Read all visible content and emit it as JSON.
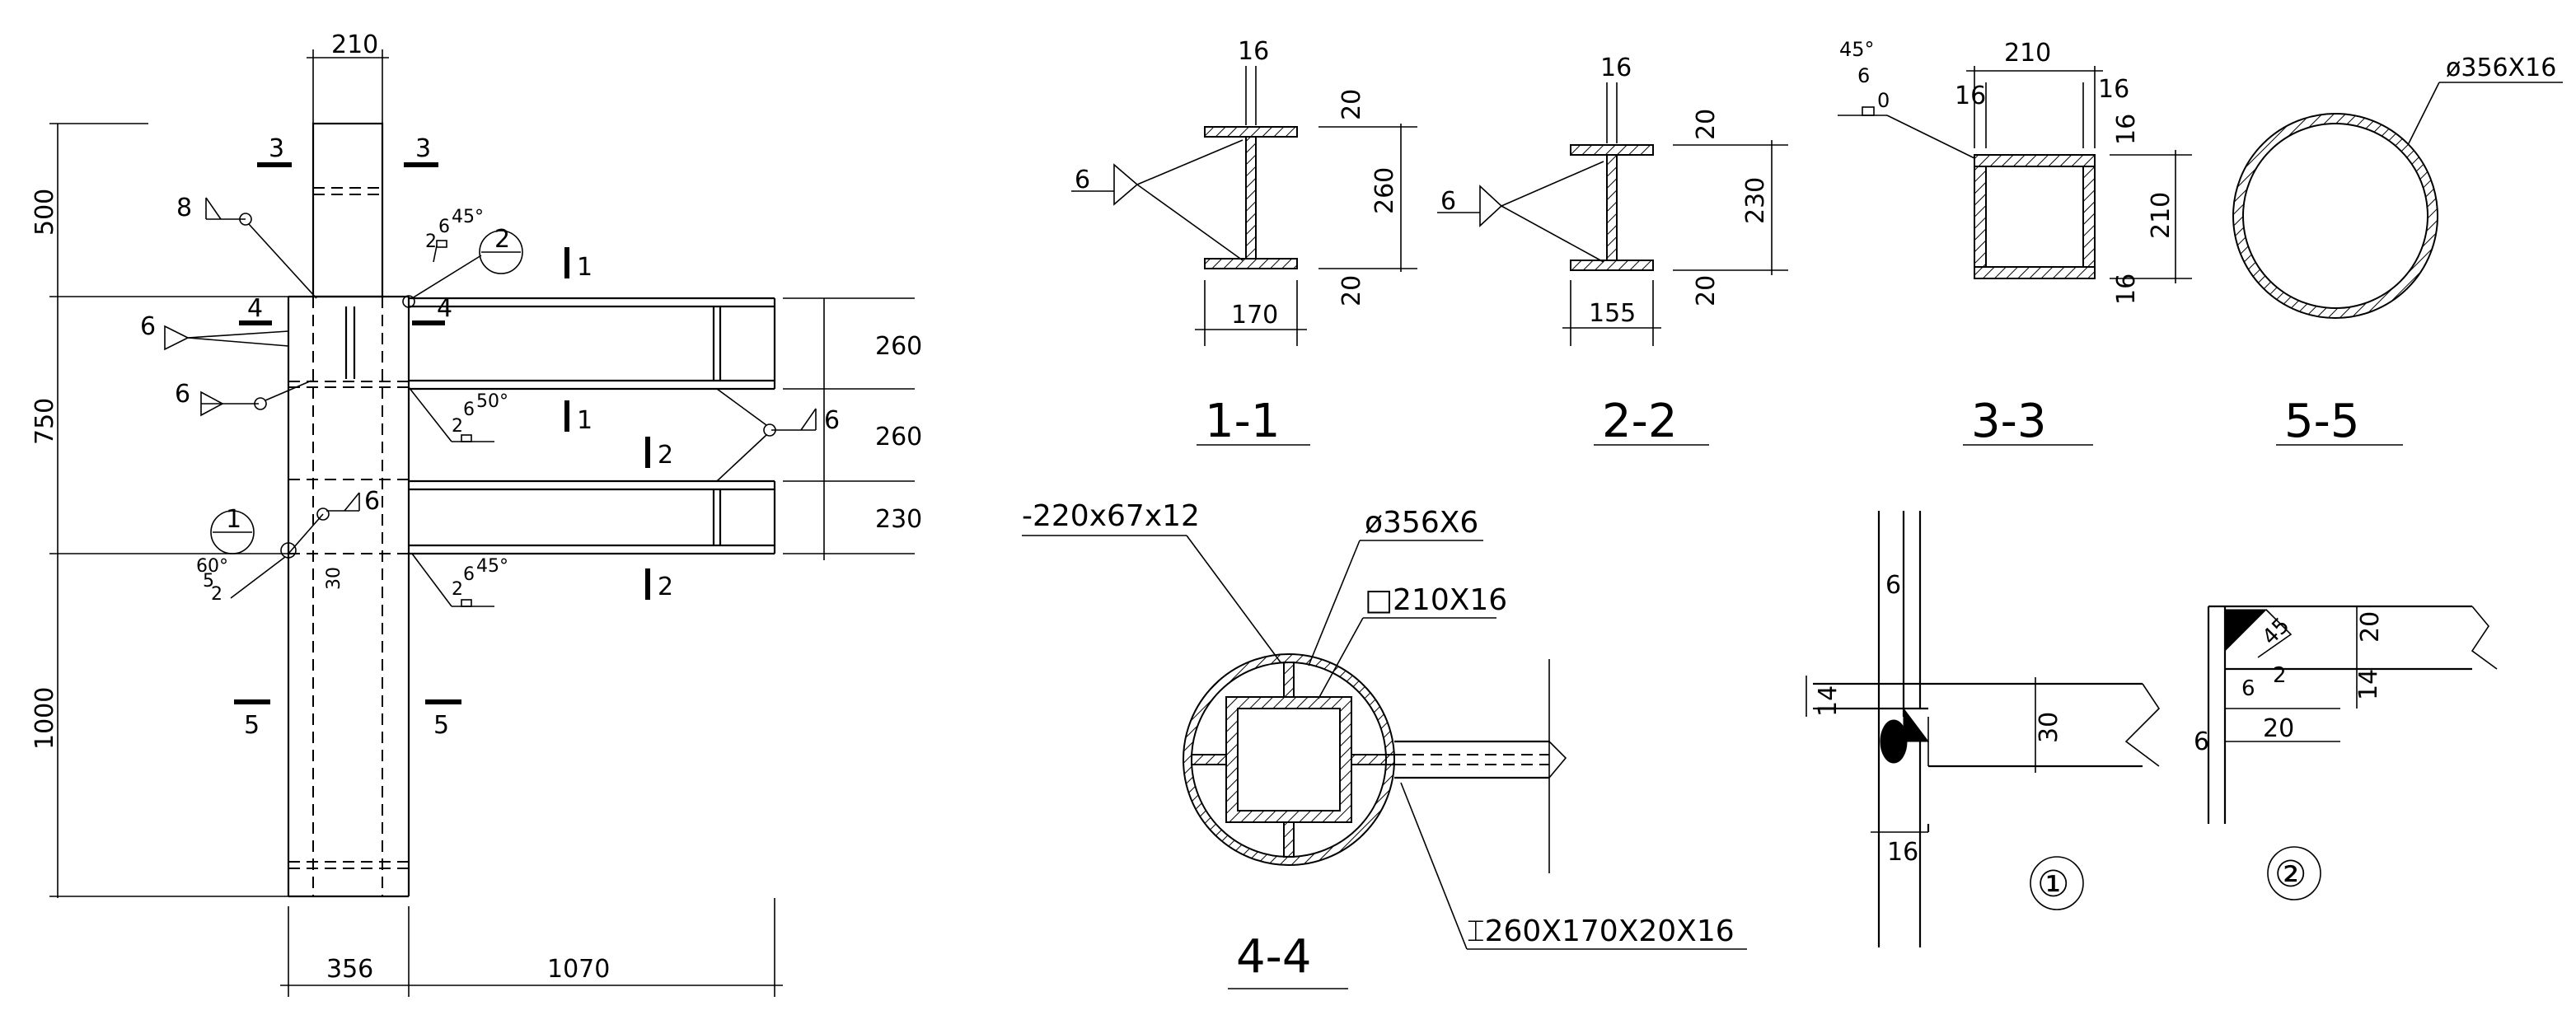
{
  "elevation": {
    "top_width": "210",
    "left_dims": [
      "500",
      "750",
      "1000"
    ],
    "right_dims": [
      "260",
      "260",
      "230"
    ],
    "bottom_dims": [
      "356",
      "1070"
    ],
    "weld_sizes": [
      "8",
      "6",
      "6",
      "6",
      "6",
      "6"
    ],
    "weld_notes": [
      "2",
      "6",
      "45°",
      "2",
      "6",
      "50°",
      "2",
      "6",
      "45°",
      "60°",
      "5",
      "2",
      "30"
    ],
    "callouts": [
      "2",
      "1"
    ],
    "section_marks": [
      "3",
      "3",
      "4",
      "4",
      "1",
      "1",
      "2",
      "2",
      "5",
      "5"
    ]
  },
  "sections": [
    {
      "id": "s11",
      "title": "1-1",
      "dims": [
        "16",
        "20",
        "260",
        "20",
        "170"
      ],
      "weld": "6"
    },
    {
      "id": "s22",
      "title": "2-2",
      "dims": [
        "16",
        "20",
        "230",
        "20",
        "155"
      ],
      "weld": "6"
    },
    {
      "id": "s33",
      "title": "3-3",
      "dims": [
        "210",
        "16",
        "16",
        "16",
        "210",
        "16"
      ],
      "weld": [
        "45°",
        "6",
        "0"
      ]
    },
    {
      "id": "s55",
      "title": "5-5",
      "label": "ø356X16"
    }
  ],
  "section44": {
    "title": "4-4",
    "labels": [
      "-220x67x12",
      "ø356X6",
      "□210X16",
      "⌶260X170X20X16"
    ]
  },
  "detail1": {
    "title": "①",
    "dims": [
      "6",
      "14",
      "30",
      "16"
    ]
  },
  "detail2": {
    "title": "②",
    "dims": [
      "20",
      "45",
      "2",
      "6",
      "14",
      "20",
      "6"
    ]
  }
}
